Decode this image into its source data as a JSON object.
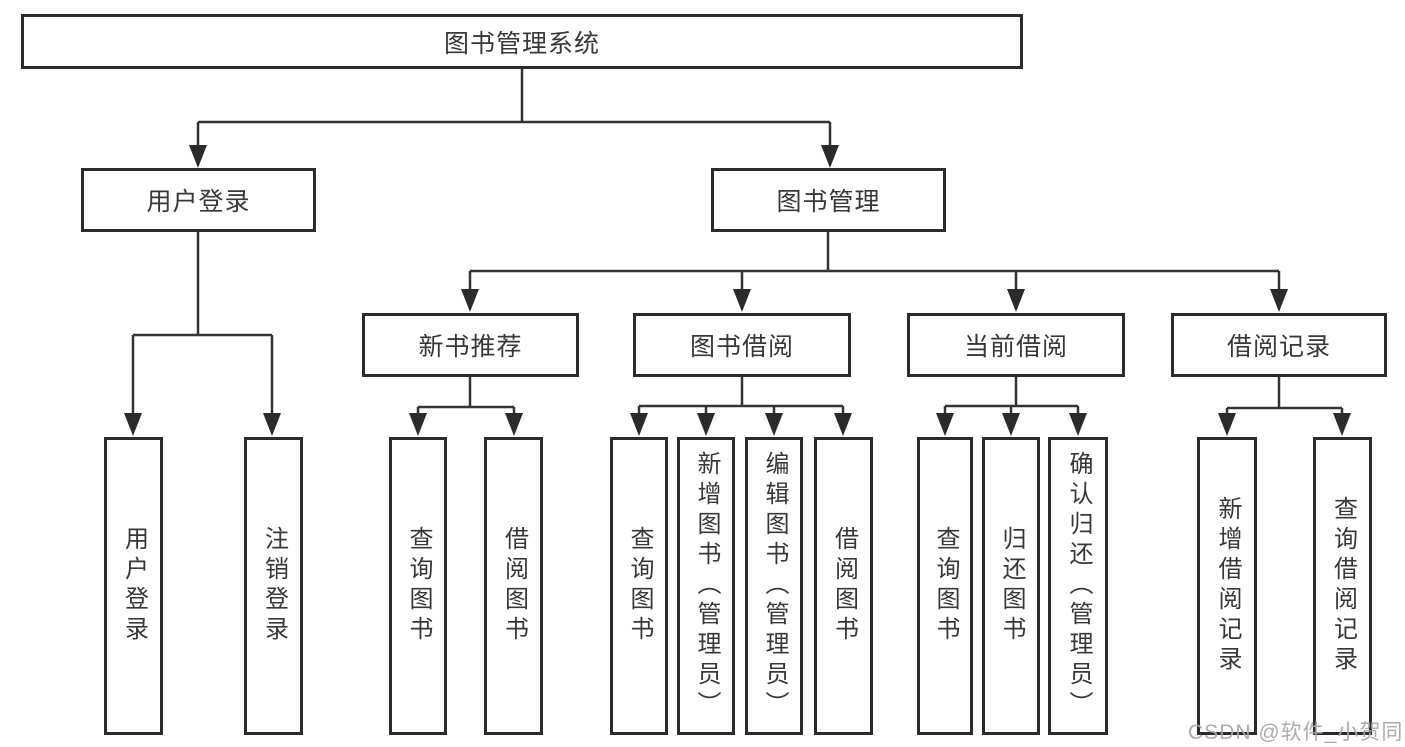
{
  "diagram": {
    "title": "图书管理系统",
    "root": {
      "label": "图书管理系统"
    },
    "branches": [
      {
        "label": "用户登录",
        "children": [
          {
            "label": "用户登录"
          },
          {
            "label": "注销登录"
          }
        ]
      },
      {
        "label": "图书管理",
        "children": [
          {
            "label": "新书推荐",
            "children": [
              {
                "label": "查询图书"
              },
              {
                "label": "借阅图书"
              }
            ]
          },
          {
            "label": "图书借阅",
            "children": [
              {
                "label": "查询图书"
              },
              {
                "label": "新增图书（管理员）"
              },
              {
                "label": "编辑图书（管理员）"
              },
              {
                "label": "借阅图书"
              }
            ]
          },
          {
            "label": "当前借阅",
            "children": [
              {
                "label": "查询图书"
              },
              {
                "label": "归还图书"
              },
              {
                "label": "确认归还（管理员）"
              }
            ]
          },
          {
            "label": "借阅记录",
            "children": [
              {
                "label": "新增借阅记录"
              },
              {
                "label": "查询借阅记录"
              }
            ]
          }
        ]
      }
    ],
    "watermark": "CSDN @软件_小贺同学",
    "colors": {
      "line": "#333333",
      "box_border": "#2b2b2b",
      "text": "#383838",
      "watermark": "#a8a8a8",
      "background": "#ffffff"
    }
  }
}
